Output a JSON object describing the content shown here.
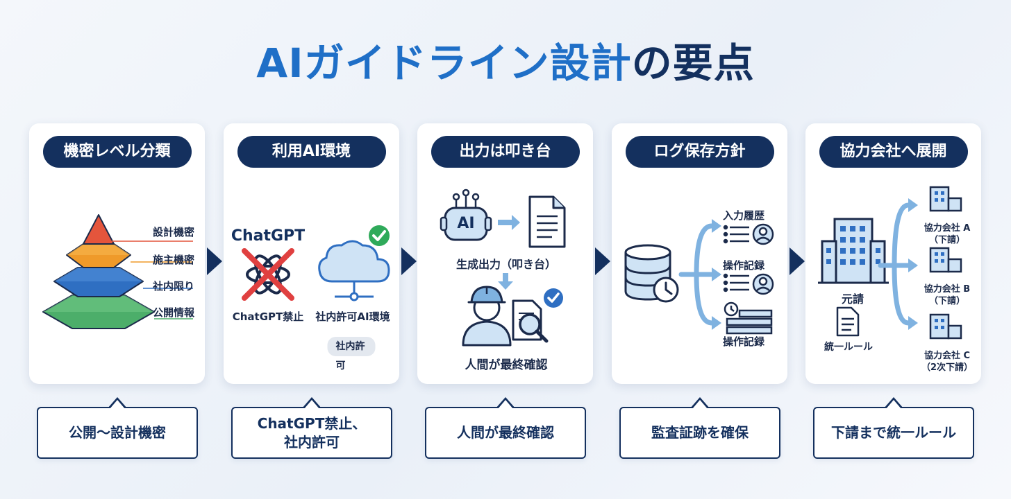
{
  "title": {
    "part1": "AIガイドライン設計",
    "part2": "の要点"
  },
  "colors": {
    "navy": "#14305e",
    "blue": "#1f6fc7",
    "lightblue": "#7fb2e0",
    "red": "#e04040",
    "green": "#2faa5a"
  },
  "steps": [
    {
      "header": "機密レベル分類",
      "levels": [
        "設計機密",
        "施主機密",
        "社内限り",
        "公開情報"
      ],
      "callout": "公開〜設計機密"
    },
    {
      "header": "利用AI環境",
      "brand": "ChatGPT",
      "banned_label": "ChatGPT禁止",
      "allowed_label": "社内許可AI環境",
      "chip": "社内許可",
      "callout_l1": "ChatGPT禁止、",
      "callout_l2": "社内許可"
    },
    {
      "header": "出力は叩き台",
      "ai_badge": "AI",
      "output_label": "生成出力（叩き台）",
      "human_label": "人間が最終確認",
      "callout": "人間が最終確認"
    },
    {
      "header": "ログ保存方針",
      "logs": [
        "入力履歴",
        "操作記録",
        "操作記録"
      ],
      "callout": "監査証跡を確保"
    },
    {
      "header": "協力会社へ展開",
      "prime": "元請",
      "rule": "統一ルール",
      "partners": [
        {
          "name": "協力会社 A",
          "sub": "（下請）"
        },
        {
          "name": "協力会社 B",
          "sub": "（下請）"
        },
        {
          "name": "協力会社 C",
          "sub": "（2次下請）"
        }
      ],
      "callout": "下請まで統一ルール"
    }
  ]
}
